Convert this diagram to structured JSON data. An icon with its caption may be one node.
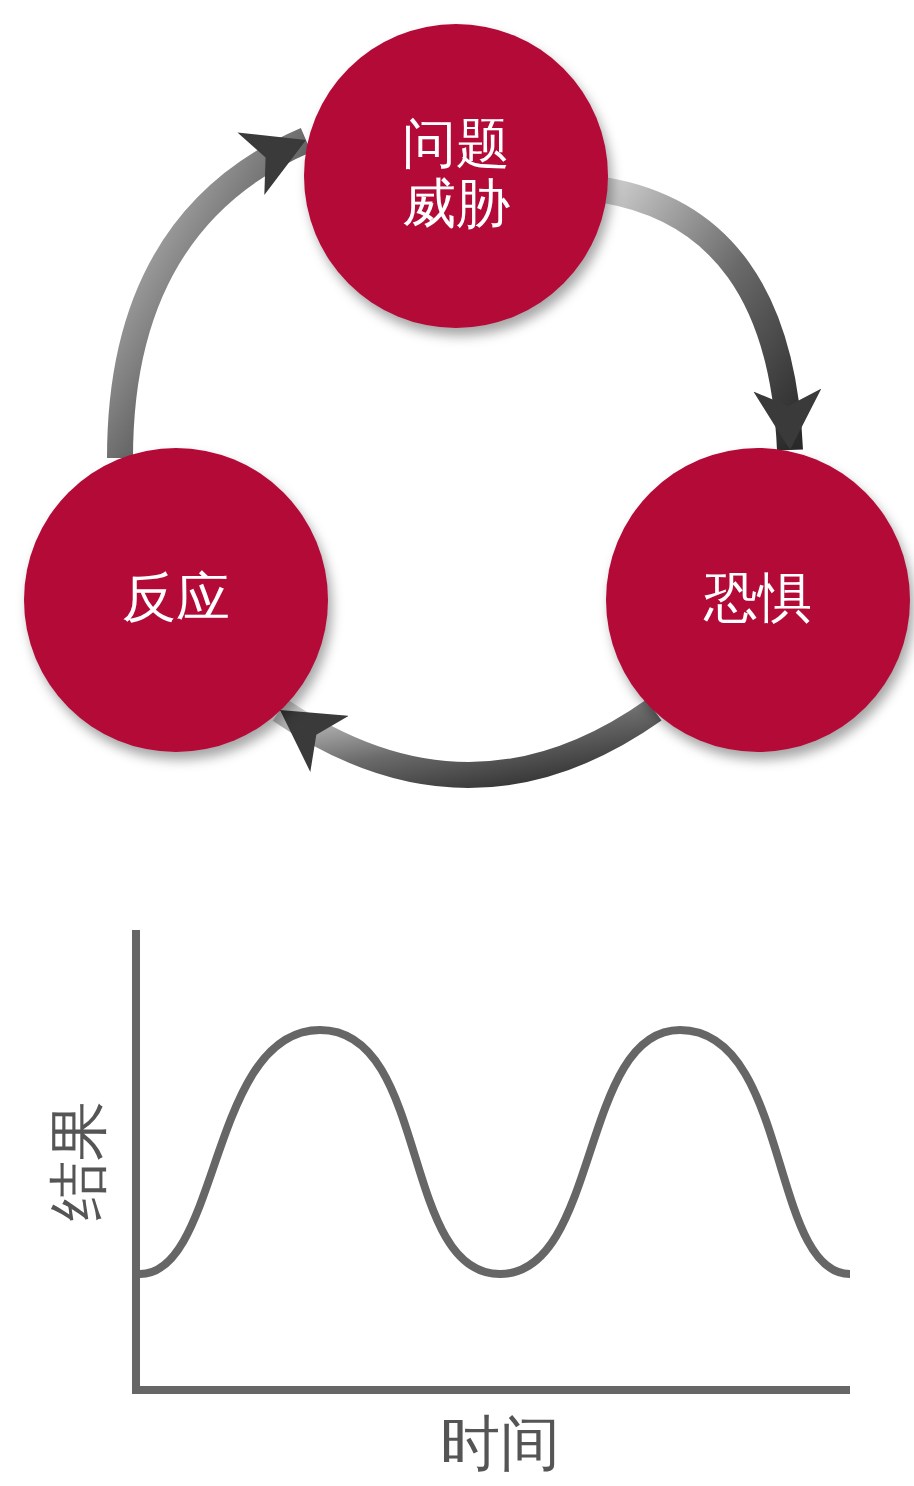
{
  "diagram": {
    "nodes": [
      {
        "text": [
          "问题威胁"
        ]
      },
      {
        "text": [
          "恐惧"
        ]
      },
      {
        "text": [
          "反应"
        ]
      }
    ],
    "edges": [
      {
        "from": 0,
        "to": 1,
        "arrow": "to"
      },
      {
        "from": 1,
        "to": 2,
        "arrow": "to"
      },
      {
        "from": 2,
        "to": 0,
        "arrow": "to"
      }
    ],
    "labels": [
      "结果",
      "时间"
    ]
  }
}
